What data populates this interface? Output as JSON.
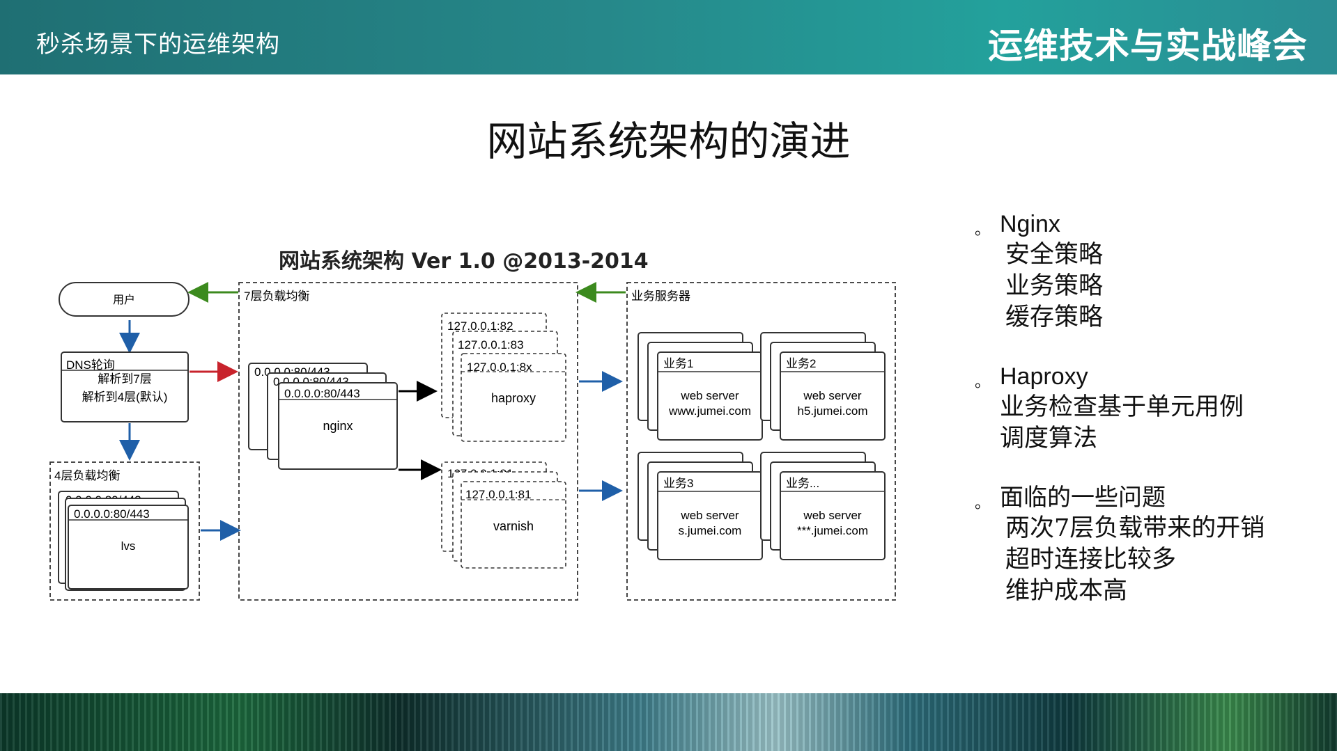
{
  "header": {
    "left_title": "秒杀场景下的运维架构",
    "right_title": "运维技术与实战峰会"
  },
  "slide": {
    "title": "网站系统架构的演进"
  },
  "diagram": {
    "title": "网站系统架构 Ver 1.0 @2013-2014",
    "user": "用户",
    "dns": {
      "label": "DNS轮询",
      "line1": "解析到7层",
      "line2": "解析到4层(默认)"
    },
    "l4": {
      "label": "4层负载均衡",
      "addr_back": "0.0.0.0:80/443",
      "addr": "0.0.0.0:80/443",
      "name": "lvs"
    },
    "l7": {
      "label": "7层负载均衡",
      "nginx_addr_back2": "0.0.0.0:80/443",
      "nginx_addr_back1": "0.0.0.0:80/443",
      "nginx_addr": "0.0.0.0:80/443",
      "nginx": "nginx",
      "haproxy_addr1": "127.0.0.1:82",
      "haproxy_addr2": "127.0.0.1:83",
      "haproxy_addr3": "127.0.0.1:8x",
      "haproxy": "haproxy",
      "varnish_addr_back": "127.0.0.1:81",
      "varnish_addr": "127.0.0.1:81",
      "varnish": "varnish"
    },
    "biz": {
      "label": "业务服务器",
      "servers": [
        {
          "tab": "业务1",
          "title": "web server",
          "host": "www.jumei.com"
        },
        {
          "tab": "业务2",
          "title": "web server",
          "host": "h5.jumei.com"
        },
        {
          "tab": "业务3",
          "title": "web server",
          "host": "s.jumei.com"
        },
        {
          "tab": "业务...",
          "title": "web server",
          "host": "***.jumei.com"
        }
      ]
    }
  },
  "bullets": {
    "nginx": {
      "dot": "。",
      "head": "Nginx",
      "items": [
        "安全策略",
        "业务策略",
        "缓存策略"
      ]
    },
    "haproxy": {
      "dot": "。",
      "head": "Haproxy",
      "items": [
        "业务检查基于单元用例",
        "调度算法"
      ]
    },
    "issues": {
      "dot": "。",
      "head": "面临的一些问题",
      "items": [
        "两次7层负载带来的开销",
        "超时连接比较多",
        "维护成本高"
      ]
    }
  },
  "colors": {
    "arrow_green": "#3c8a1e",
    "arrow_blue": "#1f5fa8",
    "arrow_red": "#c8232c",
    "arrow_black": "#000000"
  }
}
